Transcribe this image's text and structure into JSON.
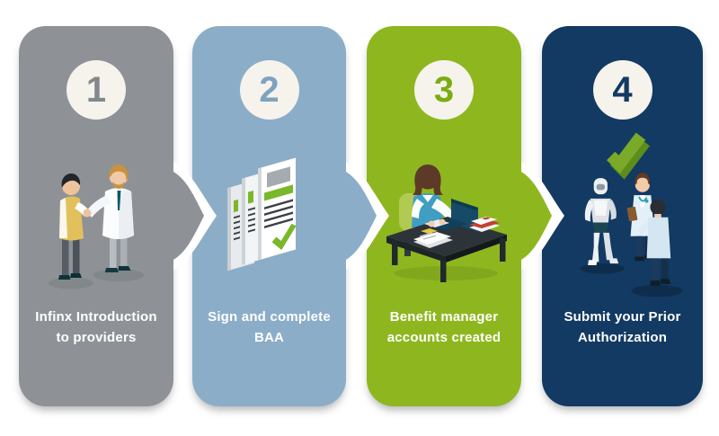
{
  "figure": "four-step-process",
  "background_color": "#ffffff",
  "circle_color": "#f5f3ec",
  "label_color": "#ffffff",
  "halo_color": "#ffffff",
  "steps": [
    {
      "number": "1",
      "label_line1": "Infinx Introduction",
      "label_line2": "to providers",
      "panel_color": "#8e9296",
      "number_color": "#84888d",
      "illustration": "handshake-illustration"
    },
    {
      "number": "2",
      "label_line1": "Sign and complete",
      "label_line2": "BAA",
      "panel_color": "#8cadc8",
      "number_color": "#7ea3c0",
      "illustration": "documents-illustration"
    },
    {
      "number": "3",
      "label_line1": "Benefit manager",
      "label_line2": "accounts created",
      "panel_color": "#8eb71f",
      "number_color": "#79ad10",
      "illustration": "benefit-manager-desk-illustration"
    },
    {
      "number": "4",
      "label_line1": "Submit your Prior",
      "label_line2": "Authorization",
      "panel_color": "#123a62",
      "number_color": "#123a62",
      "illustration": "robot-doctors-illustration"
    }
  ],
  "illustration_colors": {
    "accent_green": "#79b82a",
    "check_green_front": "#7aaa28",
    "check_green_side": "#5d8c1e",
    "teal": "#0d5a67",
    "mustard_vest": "#e2c05b",
    "lab_coat_white": "#fbfcfd",
    "desk_dark": "#2d3439",
    "laptop_navy": "#174a66",
    "vest_blue": "#3f9ec2",
    "chair_green": "#b2ca52",
    "skin": "#f0c9a6",
    "robot_white": "#eef1f4"
  }
}
